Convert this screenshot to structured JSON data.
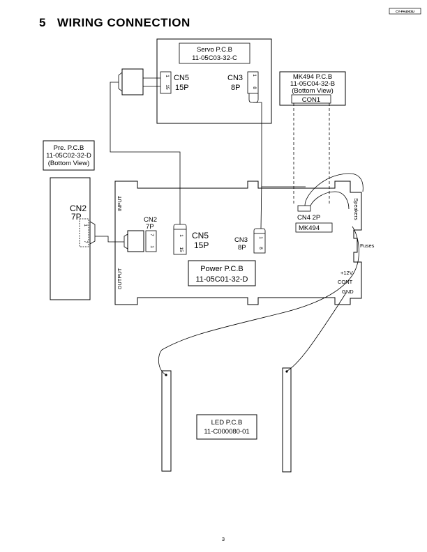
{
  "header": {
    "model_code": "CY-PA4003U"
  },
  "section": {
    "number": "5",
    "title": "WIRING CONNECTION"
  },
  "servo_pcb": {
    "name": "Servo P.C.B",
    "code": "11-05C03-32-C",
    "cn5_name": "CN5",
    "cn5_pins": "15P",
    "cn5_pin_a": "15",
    "cn5_pin_b": "1",
    "cn3_name": "CN3",
    "cn3_pins": "8P",
    "cn3_pin_a": "1",
    "cn3_pin_b": "8"
  },
  "mk494_pcb": {
    "name": "MK494 P.C.B",
    "code": "11-05C04-32-B",
    "view": "(Bottom View)",
    "connector": "CON1"
  },
  "pre_pcb": {
    "name": "Pre. P.C.B",
    "code": "11-05C02-32-D",
    "view": "(Bottom View)",
    "cn2_name": "CN2",
    "cn2_pins": "7P",
    "pin_a": "1",
    "pin_b": "7"
  },
  "power_pcb": {
    "name": "Power P.C.B",
    "code": "11-05C01-32-D",
    "input_label": "INPUT",
    "output_label": "OUTPUT",
    "cn2_name": "CN2",
    "cn2_pins": "7P",
    "cn2_pin_a": "7",
    "cn2_pin_b": "1",
    "cn5_name": "CN5",
    "cn5_pins": "15P",
    "cn5_pin_a": "1",
    "cn5_pin_b": "15",
    "cn3_name": "CN3",
    "cn3_pins": "8P",
    "cn3_pin_a": "1",
    "cn3_pin_b": "8",
    "cn4_label": "CN4 2P",
    "mk494_label": "MK494",
    "speakers_label": "Speakers",
    "fuses_label": "Fuses",
    "v12_label": "+12V",
    "cont_label": "CONT",
    "gnd_label": "GND"
  },
  "led_pcb": {
    "name": "LED P.C.B",
    "code": "11-C000080-01"
  },
  "footer": {
    "page_number": "3"
  }
}
